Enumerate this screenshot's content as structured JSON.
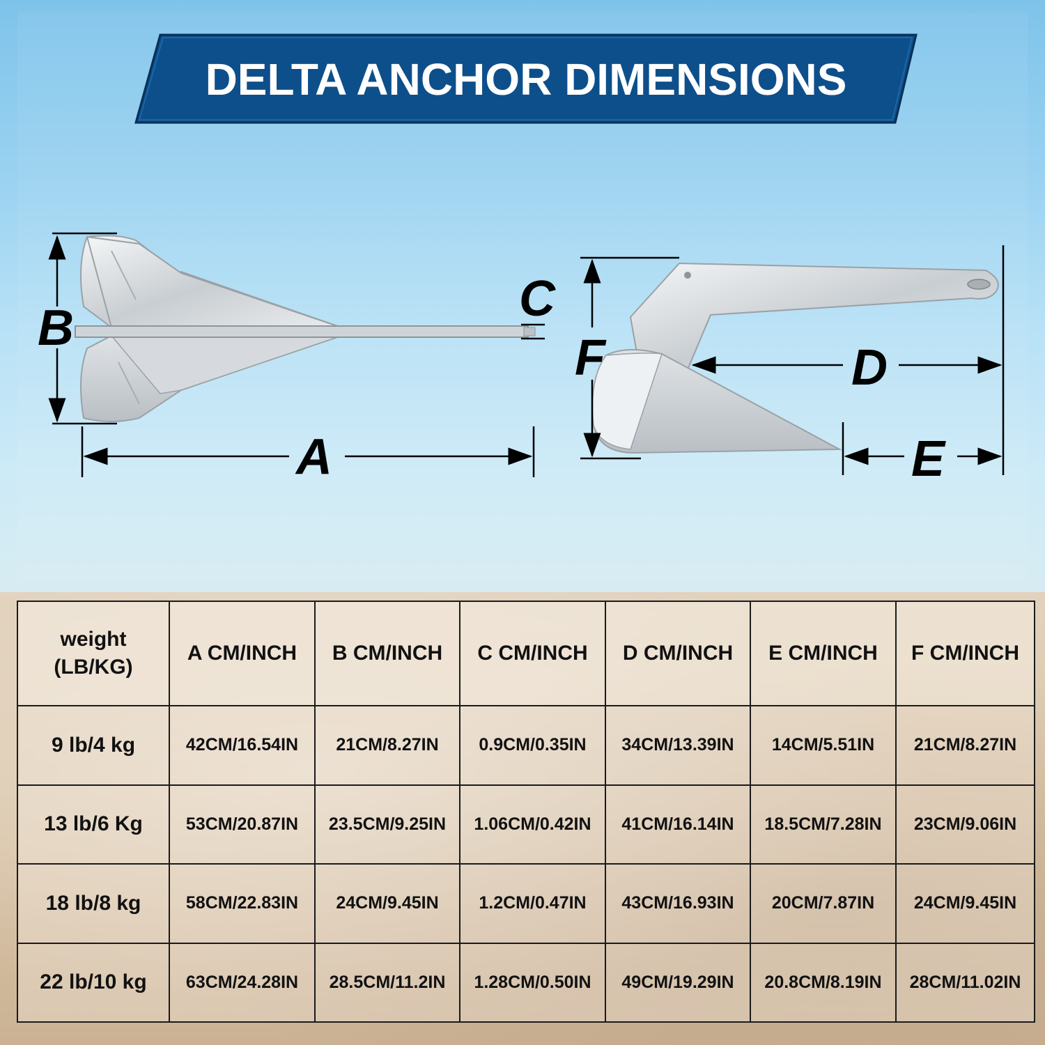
{
  "banner": {
    "title": "DELTA ANCHOR DIMENSIONS",
    "color": "#0d4f8b"
  },
  "diagram": {
    "labels": {
      "a": "A",
      "b": "B",
      "c": "C",
      "d": "D",
      "e": "E",
      "f": "F"
    }
  },
  "table": {
    "headers": {
      "weight_line1": "weight",
      "weight_line2": "(LB/KG)",
      "a": "A CM/INCH",
      "b": "B CM/INCH",
      "c": "C CM/INCH",
      "d": "D CM/INCH",
      "e": "E CM/INCH",
      "f": "F CM/INCH"
    },
    "rows": [
      {
        "weight": "9 lb/4 kg",
        "a": "42CM/16.54IN",
        "b": "21CM/8.27IN",
        "c": "0.9CM/0.35IN",
        "d": "34CM/13.39IN",
        "e": "14CM/5.51IN",
        "f": "21CM/8.27IN"
      },
      {
        "weight": "13 lb/6 Kg",
        "a": "53CM/20.87IN",
        "b": "23.5CM/9.25IN",
        "c": "1.06CM/0.42IN",
        "d": "41CM/16.14IN",
        "e": "18.5CM/7.28IN",
        "f": "23CM/9.06IN"
      },
      {
        "weight": "18 lb/8 kg",
        "a": "58CM/22.83IN",
        "b": "24CM/9.45IN",
        "c": "1.2CM/0.47IN",
        "d": "43CM/16.93IN",
        "e": "20CM/7.87IN",
        "f": "24CM/9.45IN"
      },
      {
        "weight": "22 lb/10 kg",
        "a": "63CM/24.28IN",
        "b": "28.5CM/11.2IN",
        "c": "1.28CM/0.50IN",
        "d": "49CM/19.29IN",
        "e": "20.8CM/8.19IN",
        "f": "28CM/11.02IN"
      }
    ]
  }
}
